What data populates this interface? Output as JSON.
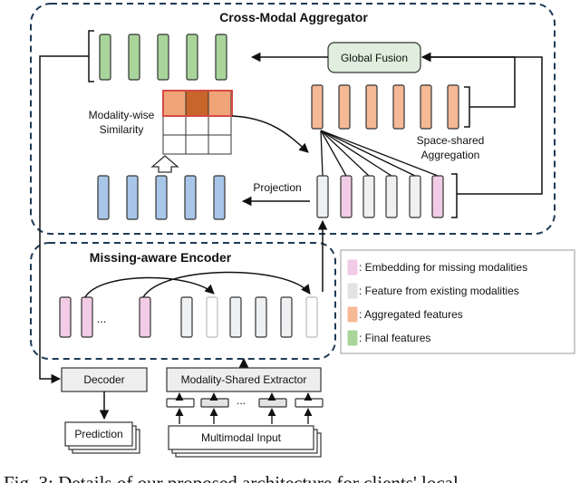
{
  "aggregator": {
    "title": "Cross-Modal Aggregator"
  },
  "encoder": {
    "title": "Missing-aware Encoder"
  },
  "labels": {
    "global_fusion": "Global Fusion",
    "modality_similarity_line1": "Modality-wise",
    "modality_similarity_line2": "Similarity",
    "space_shared_line1": "Space-shared",
    "space_shared_line2": "Aggregation",
    "projection": "Projection",
    "ellipsis": "...",
    "decoder": "Decoder",
    "extractor": "Modality-Shared Extractor",
    "prediction": "Prediction",
    "multimodal_input": "Multimodal Input"
  },
  "legend": [
    {
      "label": ": Embedding for missing modalities",
      "color": "#f2cbe6"
    },
    {
      "label": ": Feature  from existing modalities",
      "color": "#e3e3e3"
    },
    {
      "label": ": Aggregated features",
      "color": "#f5b995"
    },
    {
      "label": ": Final features",
      "color": "#a9d59b"
    }
  ],
  "colors": {
    "final": "#a9d59b",
    "projected": "#a8c6e8",
    "aggregated": "#f5b995",
    "missing": "#f2cbe6",
    "existing": "#e3e3e3",
    "existing_light": "#eef0f2",
    "highlight": "#d44a45",
    "sim_dark": "#c8652a",
    "sim_mid": "#f0a477",
    "box_bg": "#eeeeee",
    "fusion_bg": "#dfeedd",
    "frame": "#1f3a55"
  },
  "caption": "Fig. 3: Details of our proposed architecture for clients' local"
}
